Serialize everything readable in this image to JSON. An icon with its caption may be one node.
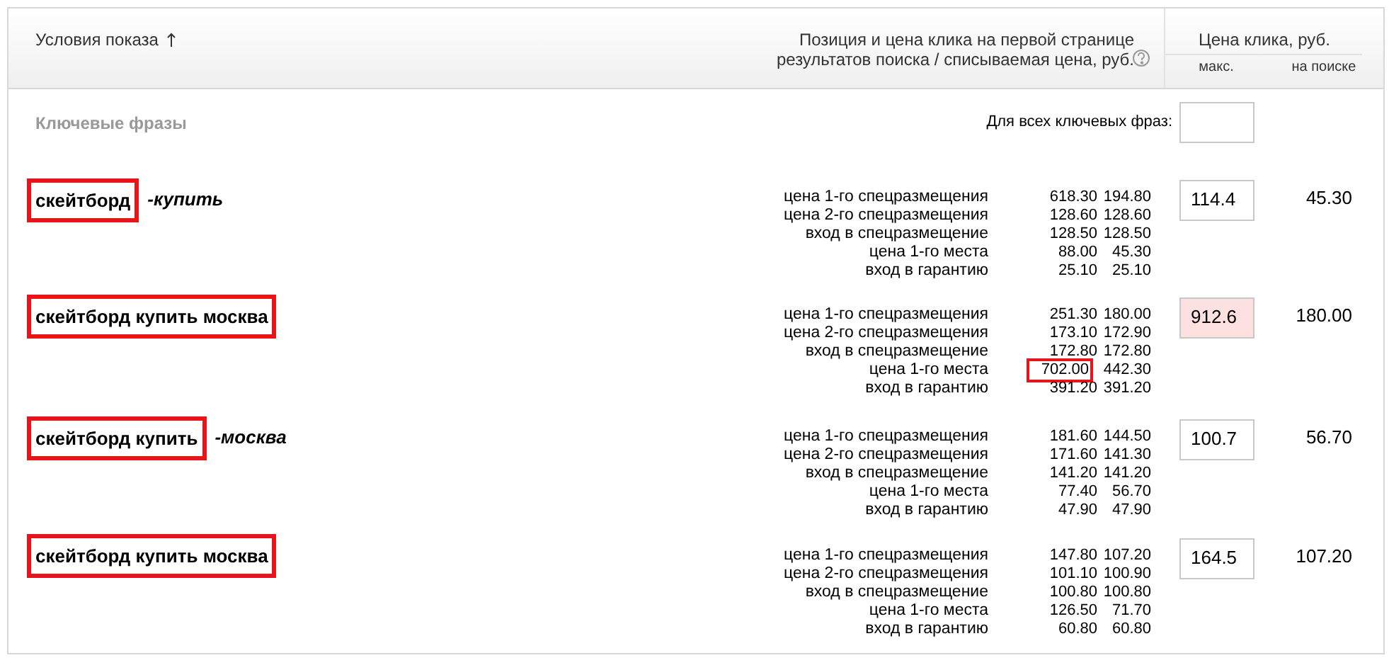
{
  "diagram": {
    "nodes": [
      {
        "text": [
          "скейтборд"
        ],
        "beside": [
          "-купить"
        ]
      },
      {
        "text": [
          "скейтборд купить москва"
        ]
      },
      {
        "text": [
          "скейтборд купить"
        ],
        "beside": [
          "-москва"
        ]
      },
      {
        "text": [
          "скейтборд купить москва"
        ]
      },
      {
        "text": [
          "702.00"
        ]
      }
    ],
    "labels": [
      "Условия показа",
      "Позиция и цена клика на первой странице результатов поиска / списываемая цена, руб.",
      "Цена клика, руб.",
      "макс.",
      "на поиске",
      "Ключевые фразы",
      "Для всех ключевых фраз:",
      "цена 1-го спецразмещения",
      "618.30",
      "194.80",
      "114.4",
      "45.30",
      "цена 2-го спецразмещения",
      "128.60",
      "128.60",
      "вход в спецразмещение",
      "128.50",
      "128.50",
      "цена 1-го места",
      "88.00",
      "45.30",
      "вход в гарантию",
      "25.10",
      "25.10",
      "цена 1-го спецразмещения",
      "251.30",
      "180.00",
      "912.6",
      "180.00",
      "цена 2-го спецразмещения",
      "173.10",
      "172.90",
      "вход в спецразмещение",
      "172.80",
      "172.80",
      "цена 1-го места",
      "442.30",
      "вход в гарантию",
      "391.20",
      "391.20",
      "цена 1-го спецразмещения",
      "181.60",
      "144.50",
      "100.7",
      "56.70",
      "цена 2-го спецразмещения",
      "171.60",
      "141.30",
      "вход в спецразмещение",
      "141.20",
      "141.20",
      "цена 1-го места",
      "77.40",
      "56.70",
      "вход в гарантию",
      "47.90",
      "47.90",
      "цена 1-го спецразмещения",
      "147.80",
      "107.20",
      "164.5",
      "107.20",
      "цена 2-го спецразмещения",
      "101.10",
      "100.90",
      "вход в спецразмещение",
      "100.80",
      "100.80",
      "цена 1-го места",
      "126.50",
      "71.70",
      "вход в гарантию",
      "60.80",
      "60.80"
    ]
  }
}
